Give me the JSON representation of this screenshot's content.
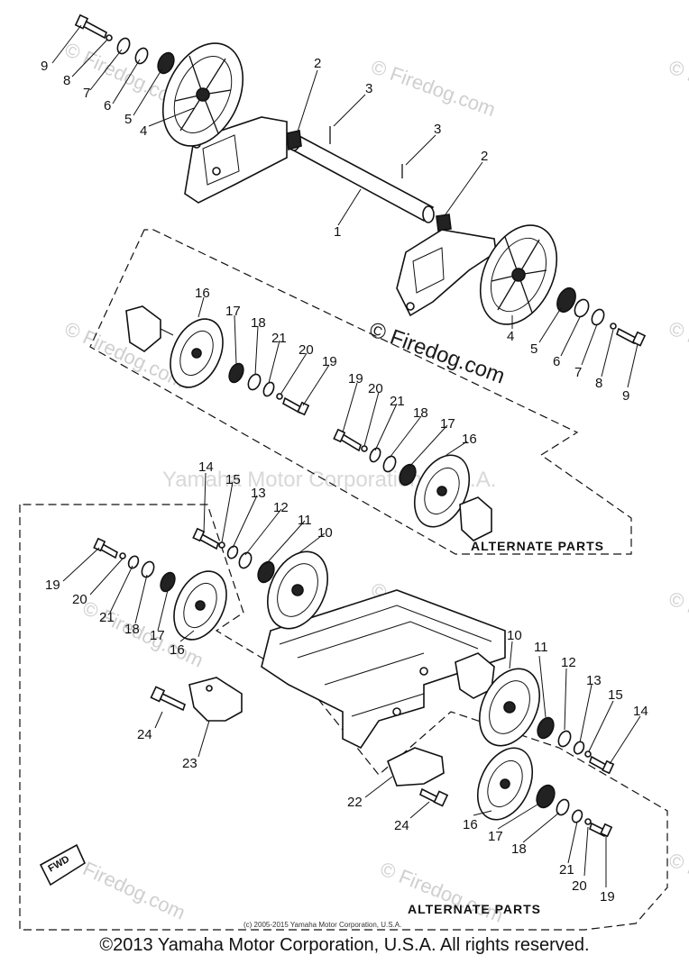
{
  "watermarks": {
    "firedog_faint": "© Firedog.com",
    "firedog_center": "© Firedog.com",
    "yamaha_mid": "Yamaha Motor Corporation, U.S.A.",
    "small_copyright": "(c) 2005-2015 Yamaha Motor Corporation, U.S.A."
  },
  "callouts": {
    "c1": "1",
    "c2a": "2",
    "c2b": "2",
    "c3a": "3",
    "c3b": "3",
    "c4a": "4",
    "c4b": "4",
    "c5a": "5",
    "c5b": "5",
    "c6a": "6",
    "c6b": "6",
    "c7a": "7",
    "c7b": "7",
    "c8a": "8",
    "c8b": "8",
    "c9a": "9",
    "c9b": "9",
    "c10a": "10",
    "c10b": "10",
    "c11a": "11",
    "c11b": "11",
    "c12a": "12",
    "c12b": "12",
    "c13a": "13",
    "c13b": "13",
    "c14a": "14",
    "c14b": "14",
    "c15a": "15",
    "c15b": "15",
    "c16a": "16",
    "c16b": "16",
    "c16c": "16",
    "c16d": "16",
    "c17a": "17",
    "c17b": "17",
    "c17c": "17",
    "c17d": "17",
    "c18a": "18",
    "c18b": "18",
    "c18c": "18",
    "c18d": "18",
    "c19a": "19",
    "c19b": "19",
    "c19c": "19",
    "c19d": "19",
    "c20a": "20",
    "c20b": "20",
    "c20c": "20",
    "c20d": "20",
    "c21a": "21",
    "c21b": "21",
    "c21c": "21",
    "c21d": "21",
    "c22": "22",
    "c23": "23",
    "c24a": "24",
    "c24b": "24"
  },
  "alternate_parts_label_1": "ALTERNATE PARTS",
  "alternate_parts_label_2": "ALTERNATE PARTS",
  "fwd_label": "FWD",
  "footer": "©2013 Yamaha Motor Corporation, U.S.A. All rights reserved."
}
